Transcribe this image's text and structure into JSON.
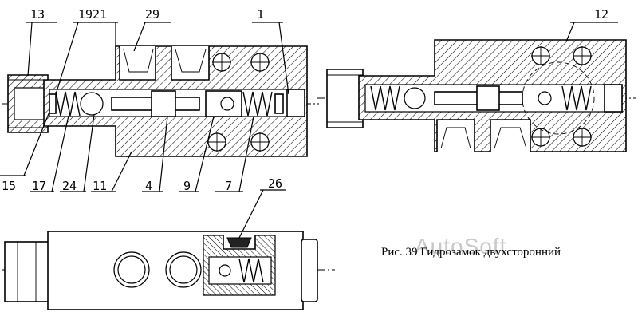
{
  "figure": {
    "caption": "Рис. 39 Гидрозамок двухсторонний",
    "watermark": "AutoSoft"
  },
  "callouts": {
    "n13": "13",
    "n1921": "1921",
    "n29": "29",
    "n1": "1",
    "n12": "12",
    "n15": "15",
    "n17": "17",
    "n24": "24",
    "n11": "11",
    "n4": "4",
    "n9": "9",
    "n7": "7",
    "n26": "26"
  }
}
